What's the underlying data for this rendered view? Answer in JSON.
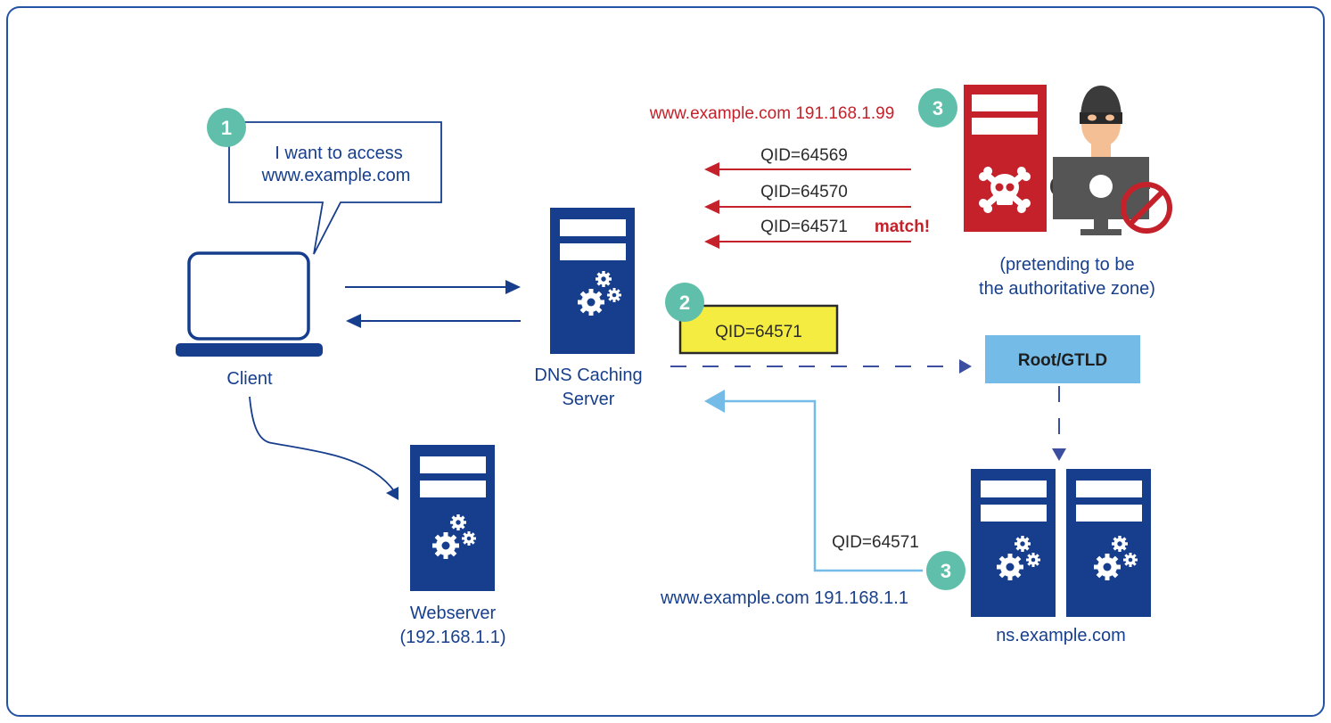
{
  "diagram": {
    "title": "DNS cache poisoning attack",
    "colors": {
      "frame": "#2553a4",
      "server_blue": "#163e8c",
      "attacker_red": "#c4212a",
      "badge_teal": "#5fbfab",
      "highlight_yellow": "#f4ec41",
      "root_box": "#74bbe7",
      "response_arrow": "#74bbe7",
      "dashed_arrow": "#3c4ea0",
      "text_dark": "#2b2b2b"
    },
    "step1": {
      "badge": "1",
      "bubble_line1": "I want to access",
      "bubble_line2": "www.example.com"
    },
    "client": {
      "label": "Client"
    },
    "dns_server": {
      "label_line1": "DNS Caching",
      "label_line2": "Server"
    },
    "webserver": {
      "label_line1": "Webserver",
      "label_line2": "(192.168.1.1)"
    },
    "step2": {
      "badge": "2",
      "qid": "QID=64571"
    },
    "root": {
      "label": "Root/GTLD"
    },
    "ns": {
      "label": "ns.example.com"
    },
    "legit_response": {
      "badge": "3",
      "qid": "QID=64571",
      "answer": "www.example.com 191.168.1.1"
    },
    "attacker": {
      "badge": "3",
      "answer": "www.example.com 191.168.1.99",
      "forged_qids": [
        "QID=64569",
        "QID=64570",
        "QID=64571"
      ],
      "match_label": "match!",
      "caption_line1": "(pretending to be",
      "caption_line2": "the authoritative zone)"
    }
  }
}
